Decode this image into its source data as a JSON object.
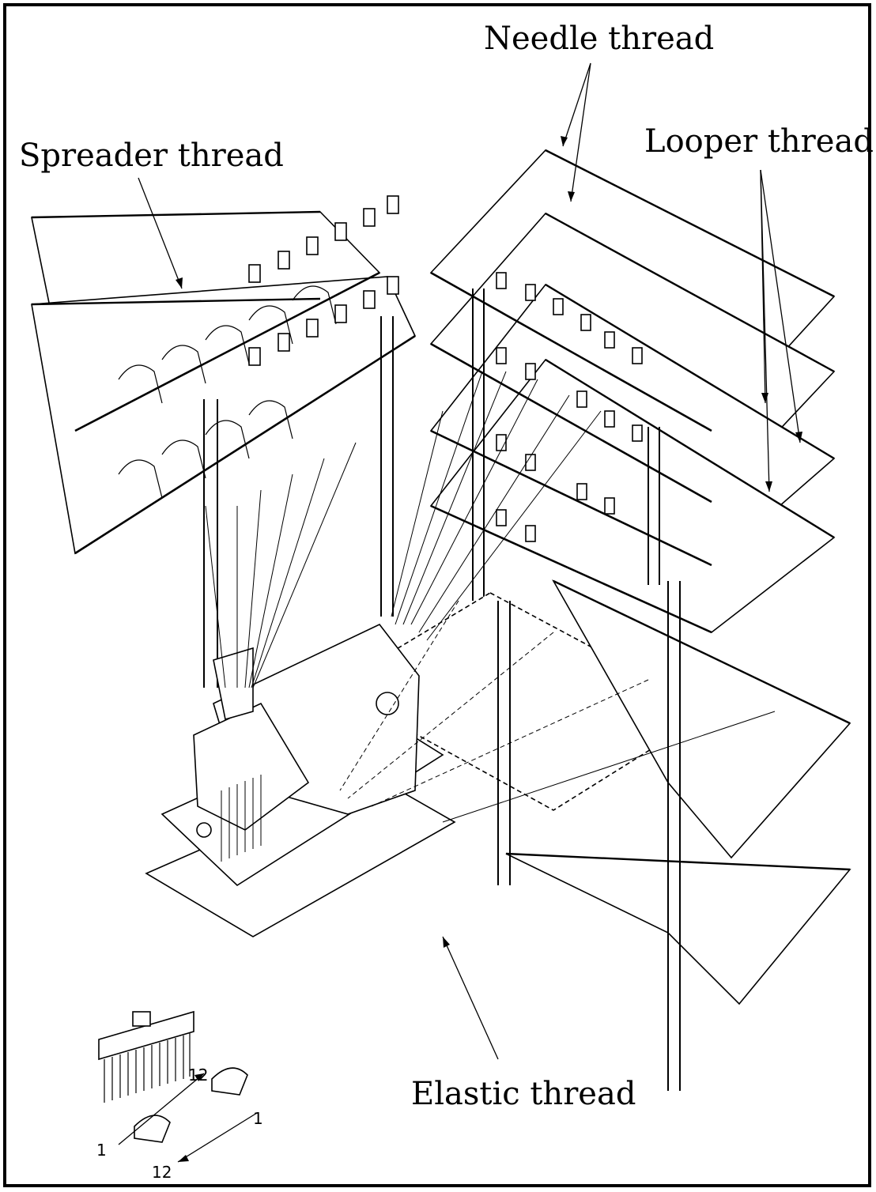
{
  "labels": {
    "needle_thread": "Needle thread",
    "looper_thread": "Looper thread",
    "spreader_thread": "Spreader thread",
    "elastic_thread": "Elastic thread"
  },
  "numbers": {
    "needles_first": "1",
    "needles_last": "12",
    "looper_first": "1",
    "looper_last": "12"
  }
}
